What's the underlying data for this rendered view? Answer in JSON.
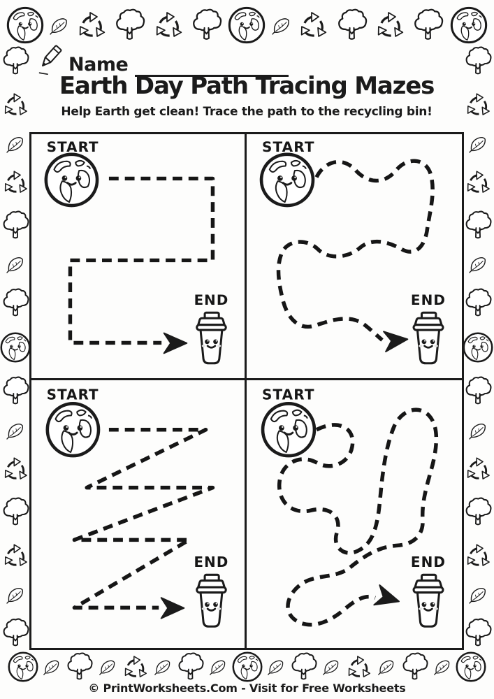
{
  "header": {
    "name_label": "Name",
    "title": "Earth Day Path Tracing Mazes",
    "subtitle": "Help Earth get clean! Trace the path to the recycling bin!"
  },
  "mazes": [
    {
      "start_label": "START",
      "end_label": "END",
      "path_style": "right-angle-zigzag"
    },
    {
      "start_label": "START",
      "end_label": "END",
      "path_style": "waves"
    },
    {
      "start_label": "START",
      "end_label": "END",
      "path_style": "diagonal-zigzag"
    },
    {
      "start_label": "START",
      "end_label": "END",
      "path_style": "loops"
    }
  ],
  "footer": {
    "credit": "© PrintWorksheets.Com - Visit for Free Worksheets"
  },
  "border": {
    "top": [
      "earth",
      "leaf",
      "recycle",
      "tree",
      "recycle",
      "tree",
      "earth",
      "leaf",
      "recycle",
      "tree",
      "recycle",
      "tree",
      "earth"
    ],
    "bottom": [
      "earth",
      "leaf",
      "tree",
      "leaf",
      "recycle",
      "leaf",
      "tree",
      "leaf",
      "earth",
      "leaf",
      "tree",
      "leaf",
      "recycle",
      "leaf",
      "tree",
      "leaf",
      "earth"
    ],
    "left": [
      "tree",
      "recycle",
      "leaf",
      "recycle",
      "tree",
      "leaf",
      "tree",
      "earth",
      "tree",
      "leaf",
      "recycle",
      "tree",
      "recycle",
      "leaf",
      "tree"
    ],
    "right": [
      "tree",
      "recycle",
      "leaf",
      "recycle",
      "tree",
      "leaf",
      "tree",
      "earth",
      "tree",
      "leaf",
      "recycle",
      "tree",
      "recycle",
      "leaf",
      "tree"
    ]
  },
  "colors": {
    "ink": "#1b1b1b",
    "paper": "#fdfdfc"
  }
}
